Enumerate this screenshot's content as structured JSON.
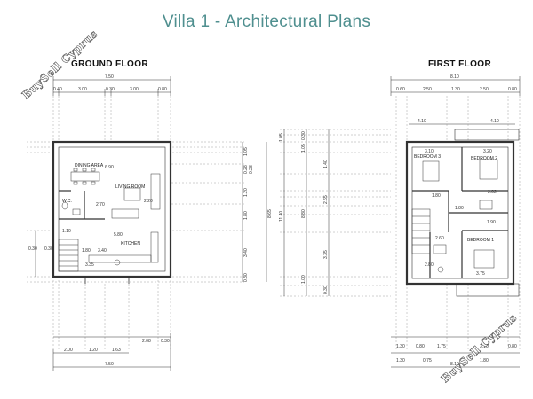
{
  "title": "Villa 1 - Architectural Plans",
  "watermark": "BuySell Cyprus",
  "ground": {
    "label": "GROUND FLOOR",
    "top_total": "7.50",
    "top_dims": [
      "0.40",
      "3.00",
      "0.30",
      "3.00",
      "0.80"
    ],
    "bottom_dims_a": [
      "2.08",
      "0.30"
    ],
    "bottom_dims_b": [
      "2.00",
      "1.20",
      "1.63"
    ],
    "bottom_total": "7.50",
    "left_dims": [
      "0.30"
    ],
    "right_dims": [
      "1.05",
      "0.28",
      "0.28",
      "1.20",
      "1.80",
      "3.40",
      "0.30"
    ],
    "right_total": "8.65",
    "rooms": {
      "dining": "DINING AREA",
      "living": "LIVING ROOM",
      "kitchen": "KITCHEN",
      "wc_a": "W.C.",
      "wc_b": "3.35"
    },
    "inner_dims": [
      "6.90",
      "2.20",
      "5.80",
      "3.40",
      "1.80",
      "1.10",
      "2.70",
      "0.30"
    ]
  },
  "first": {
    "label": "FIRST FLOOR",
    "top_total": "8.10",
    "top_dims": [
      "0.60",
      "2.50",
      "1.30",
      "2.50",
      "0.80"
    ],
    "top_dims_b": [
      "4.10",
      "4.10"
    ],
    "bottom_dims": [
      "1.30",
      "0.80",
      "1.75",
      "3.10",
      "0.80"
    ],
    "bottom_dims_b": [
      "1.30",
      "0.75",
      "1.80"
    ],
    "bottom_total": "8.10",
    "left_dims": [
      "1.05",
      "0.30",
      "1.05",
      "1.40",
      "2.65",
      "3.35",
      "1.00",
      "0.30"
    ],
    "left_total_a": "11.40",
    "left_total_b": "8.80",
    "rooms": {
      "bed1": "BEDROOM 1",
      "bed2": "BEDROOM 2",
      "bed3": "BEDROOM 3"
    },
    "inner_dims": [
      "3.10",
      "3.20",
      "2.02",
      "1.90",
      "2.80",
      "3.75",
      "1.80",
      "1.80",
      "2.60"
    ]
  }
}
